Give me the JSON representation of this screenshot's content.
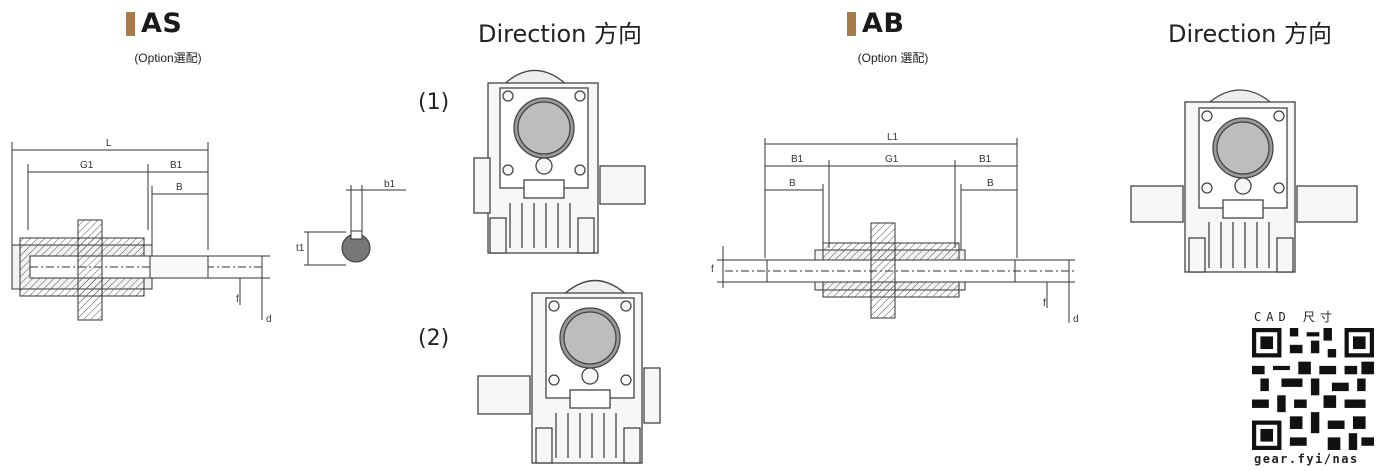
{
  "section_as": {
    "code": "AS",
    "note": "(Option選配)"
  },
  "section_ab": {
    "code": "AB",
    "note": "(Option 選配)"
  },
  "direction_title": "Direction 方向",
  "direction_left": {
    "title": "Direction 方向",
    "option1": "(1)",
    "option2": "(2)"
  },
  "direction_right": {
    "title": "Direction 方向"
  },
  "as_dims": {
    "L": "L",
    "G1": "G1",
    "B1": "B1",
    "B": "B",
    "f": "f",
    "d": "d",
    "b1": "b1",
    "t1": "t1"
  },
  "ab_dims": {
    "L1": "L1",
    "B1_left": "B1",
    "G1": "G1",
    "B1_right": "B1",
    "B_left": "B",
    "B_right": "B",
    "f_left": "f",
    "f_right": "f",
    "d": "d"
  },
  "qr": {
    "caption": "CAD 尺寸",
    "url": "gear.fyi/nas"
  },
  "colors": {
    "marker": "#a87a4a",
    "line": "#333333",
    "hatch": "#555555",
    "body": "#f2f2f2"
  }
}
